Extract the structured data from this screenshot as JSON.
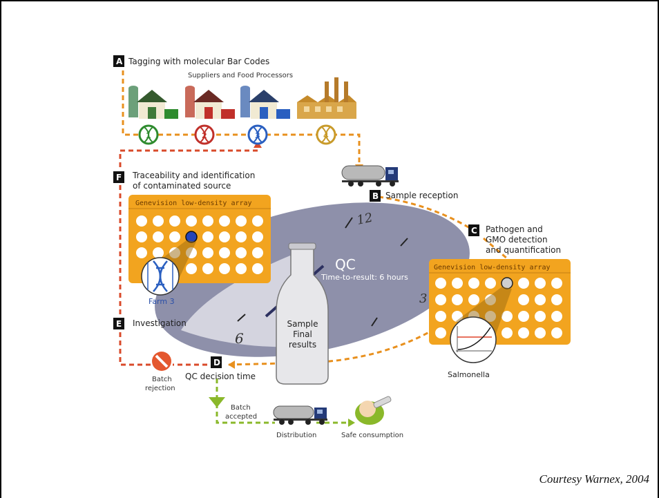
{
  "steps": {
    "a": {
      "letter": "A",
      "label": "Tagging with molecular Bar Codes"
    },
    "b": {
      "letter": "B",
      "label": "Sample reception"
    },
    "c": {
      "letter": "C",
      "lines": [
        "Pathogen and",
        "GMO detection",
        "and quantification"
      ]
    },
    "d": {
      "letter": "D",
      "label": "QC decision time"
    },
    "e": {
      "letter": "E",
      "label": "Investigation"
    },
    "f": {
      "letter": "F",
      "lines": [
        "Traceability and identification",
        "of contaminated source"
      ]
    }
  },
  "suppliers_label": "Suppliers and Food Processors",
  "barcodes": [
    {
      "number": "1",
      "color": "#2e8b2e"
    },
    {
      "number": "2",
      "color": "#c0302a"
    },
    {
      "number": "3",
      "color": "#2a5fc0"
    },
    {
      "number": "4",
      "color": "#c89a2a"
    }
  ],
  "array_title": "Genevision low-density array",
  "farm_label": "Farm 3",
  "salmonella_label": "Salmonella",
  "qc": {
    "title": "QC",
    "subtitle": "Time-to-result: 6 hours"
  },
  "clock_numbers": {
    "twelve": "12",
    "three": "3",
    "six": "6"
  },
  "bottle_lines": [
    "Sample",
    "Final",
    "results"
  ],
  "batch_rejection_lines": [
    "Batch",
    "rejection"
  ],
  "batch_accepted_lines": [
    "Batch",
    "accepted"
  ],
  "distribution_label": "Distribution",
  "safe_consumption_label": "Safe consumption",
  "credit": "Courtesy Warnex, 2004",
  "colors": {
    "orange": "#f2a41f",
    "path_orange": "#e8901e",
    "path_red": "#d94a2a",
    "path_green": "#8ab82a",
    "badge": "#111111"
  }
}
